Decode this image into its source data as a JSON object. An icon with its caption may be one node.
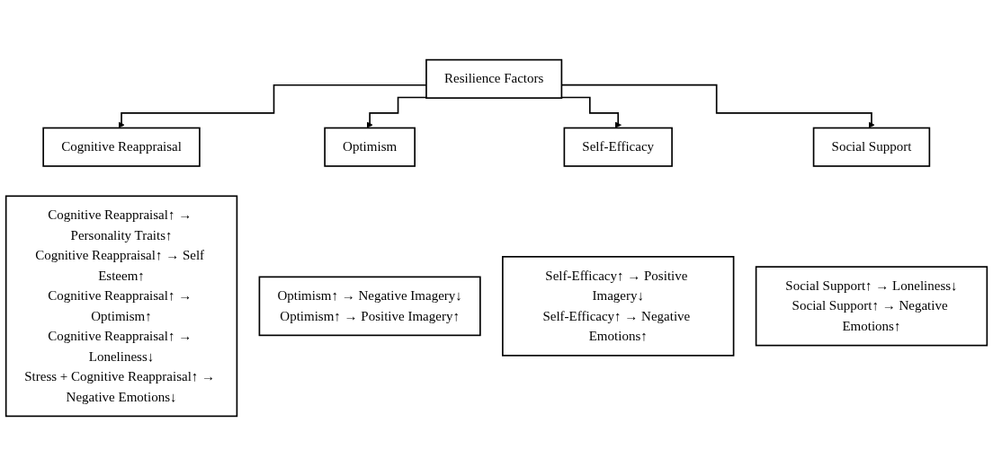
{
  "diagram": {
    "nodes": [
      {
        "text": [
          "Resilience Factors"
        ]
      },
      {
        "text": [
          "Cognitive Reappraisal"
        ]
      },
      {
        "text": [
          "Cognitive Reappraisal↑ → Personality Traits↑",
          "Cognitive Reappraisal↑ → Self Esteem↑",
          "Cognitive Reappraisal↑ → Optimism↑",
          "Cognitive Reappraisal↑ → Loneliness↓",
          "Stress + Cognitive Reappraisal↑ → Negative Emotions↓"
        ]
      },
      {
        "text": [
          "Optimism"
        ]
      },
      {
        "text": [
          "Optimism↑ → Negative Imagery↓",
          "Optimism↑ → Positive Imagery↑"
        ]
      },
      {
        "text": [
          "Self-Efficacy"
        ]
      },
      {
        "text": [
          "Self-Efficacy↑ → Positive Imagery↓",
          "Self-Efficacy↑ → Negative Emotions↑"
        ]
      },
      {
        "text": [
          "Social Support"
        ]
      },
      {
        "text": [
          "Social Support↑ → Loneliness↓",
          "Social Support↑ → Negative Emotions↑"
        ]
      }
    ],
    "edges": [
      {
        "from": 0,
        "to": 1,
        "arrow": "to"
      },
      {
        "from": 0,
        "to": 3,
        "arrow": "to"
      },
      {
        "from": 0,
        "to": 5,
        "arrow": "to"
      },
      {
        "from": 0,
        "to": 7,
        "arrow": "to"
      }
    ]
  }
}
